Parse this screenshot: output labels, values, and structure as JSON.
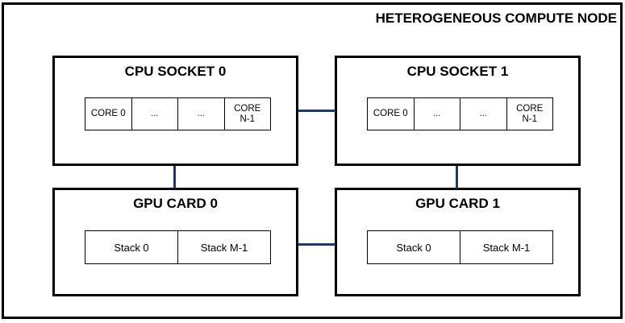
{
  "node": {
    "title": "HETEROGENEOUS COMPUTE NODE",
    "frame_color": "#000000",
    "connector_color": "#1F3864",
    "background": "#FFFFFF"
  },
  "units": [
    {
      "id": "cpu-socket-0",
      "title": "CPU SOCKET 0",
      "kind": "cpu",
      "cells": [
        {
          "label": "CORE 0",
          "dots": false
        },
        {
          "label": "...",
          "dots": true
        },
        {
          "label": "...",
          "dots": true
        },
        {
          "label": "CORE\nN-1",
          "dots": false
        }
      ]
    },
    {
      "id": "cpu-socket-1",
      "title": "CPU SOCKET 1",
      "kind": "cpu",
      "cells": [
        {
          "label": "CORE 0",
          "dots": false
        },
        {
          "label": "...",
          "dots": true
        },
        {
          "label": "...",
          "dots": true
        },
        {
          "label": "CORE\nN-1",
          "dots": false
        }
      ]
    },
    {
      "id": "gpu-card-0",
      "title": "GPU CARD 0",
      "kind": "gpu",
      "cells": [
        {
          "label": "Stack 0",
          "dots": false
        },
        {
          "label": "Stack M-1",
          "dots": false
        }
      ]
    },
    {
      "id": "gpu-card-1",
      "title": "GPU CARD 1",
      "kind": "gpu",
      "cells": [
        {
          "label": "Stack 0",
          "dots": false
        },
        {
          "label": "Stack M-1",
          "dots": false
        }
      ]
    }
  ],
  "connectors": [
    {
      "id": "cpu0-cpu1",
      "orientation": "horizontal"
    },
    {
      "id": "gpu0-gpu1",
      "orientation": "horizontal"
    },
    {
      "id": "cpu0-gpu0",
      "orientation": "vertical"
    },
    {
      "id": "cpu1-gpu1",
      "orientation": "vertical"
    }
  ]
}
